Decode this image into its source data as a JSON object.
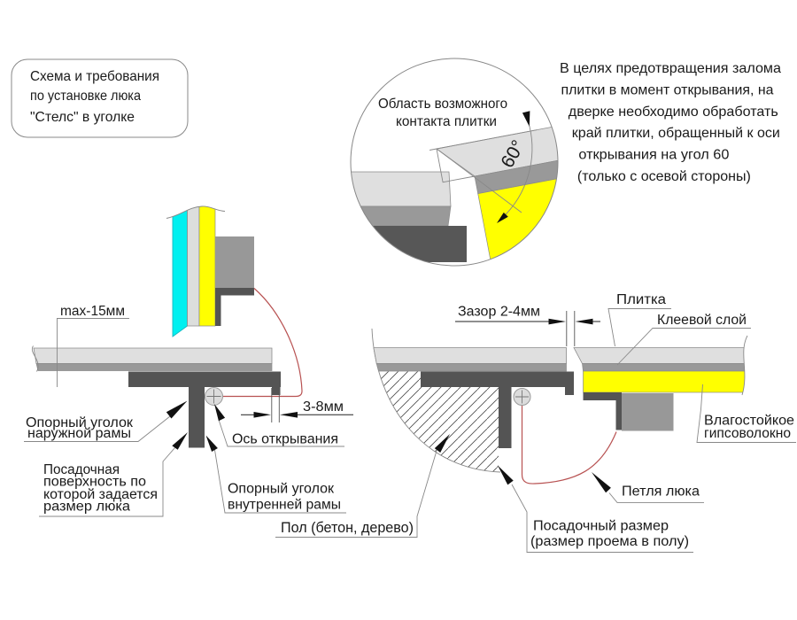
{
  "title_box": {
    "line1": "Схема и требования",
    "line2": "по установке люка",
    "line3": "\"Стелс\" в уголке"
  },
  "detail_circle": {
    "caption_line1": "Область возможного",
    "caption_line2": "контакта плитки",
    "angle_label": "60°"
  },
  "note": {
    "line1": "В целях предотвращения залома",
    "line2": "плитки в момент открывания, на",
    "line3": "дверке необходимо обработать",
    "line4": "край плитки, обращенный к оси",
    "line5": "открывания на угол 60",
    "line6": "(только с осевой стороны)"
  },
  "left_diagram": {
    "max_offset": "max-15мм",
    "outer_angle_line1": "Опорный уголок",
    "outer_angle_line2": "наружной рамы",
    "seat_line1": "Посадочная",
    "seat_line2": "поверхность по",
    "seat_line3": "которой задается",
    "seat_line4": "размер люка",
    "axis": "Ось открывания",
    "inner_angle_line1": "Опорный уголок",
    "inner_angle_line2": "внутренней рамы",
    "gap": "3-8мм"
  },
  "right_diagram": {
    "gap": "Зазор 2-4мм",
    "tile": "Плитка",
    "glue": "Клеевой слой",
    "gypsum_line1": "Влагостойкое",
    "gypsum_line2": "гипсоволокно",
    "hinge": "Петля люка",
    "seat_line1": "Посадочный размер",
    "seat_line2": "(размер проема в полу)",
    "floor": "Пол (бетон, дерево)"
  },
  "colors": {
    "tile": "#dfdfdf",
    "glue": "#999999",
    "steel": "#545454",
    "block": "#989898",
    "yellow": "#ffff00",
    "cyan": "#00f0f0",
    "cyanedge": "#18b8c0",
    "doorglue": "#dcdedc",
    "red": "#b85252",
    "hinge": "#dcdcdc",
    "line": "#888888",
    "edge": "#8a8a8a",
    "arrow": "#111111",
    "text": "#1a1a1a"
  }
}
